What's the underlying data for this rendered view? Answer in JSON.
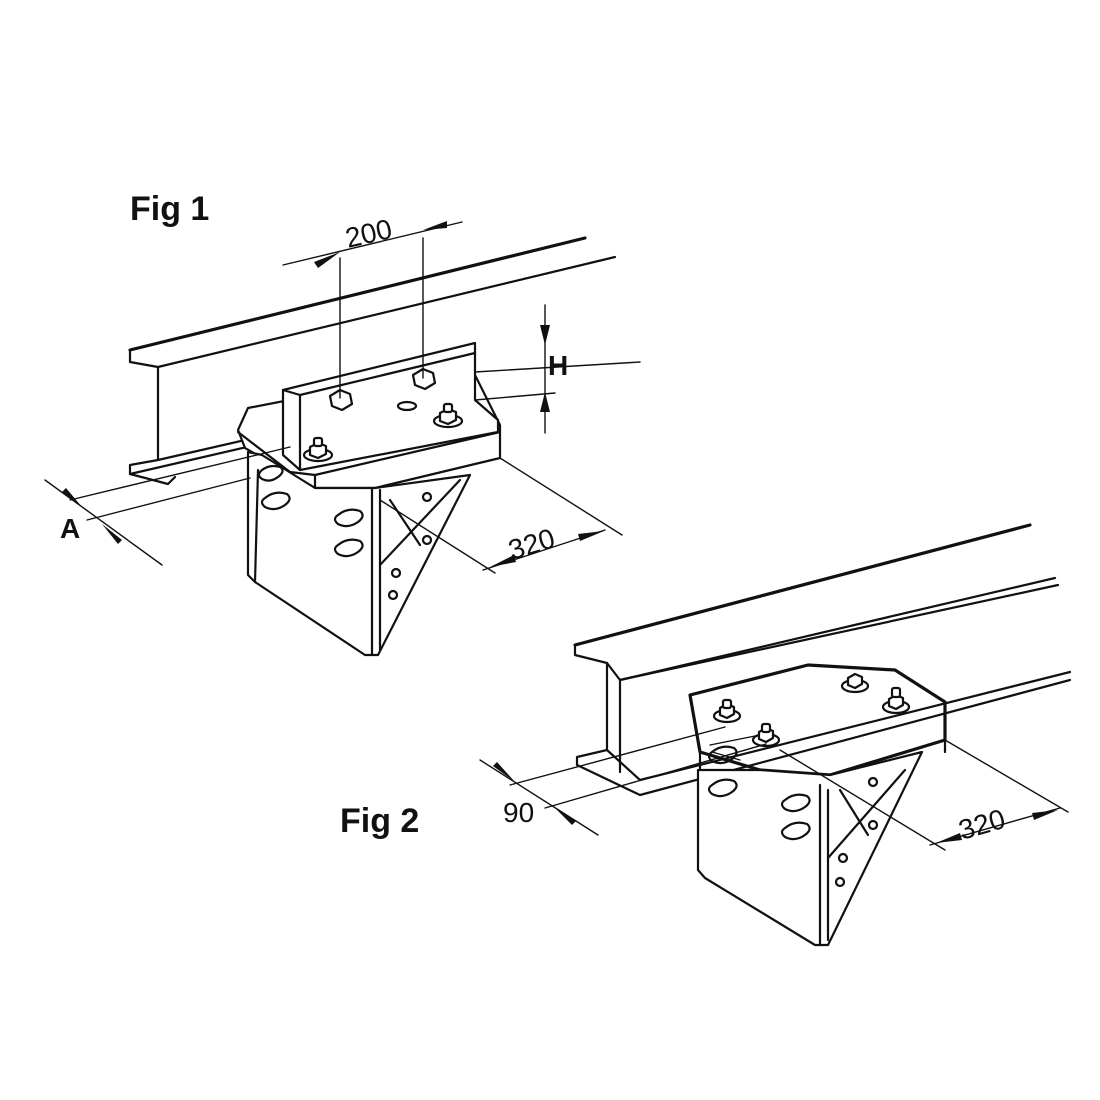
{
  "figures": {
    "fig1": {
      "label": "Fig 1",
      "dimensions": {
        "bolt_spacing": "200",
        "height": "H",
        "offset": "A",
        "depth": "320"
      }
    },
    "fig2": {
      "label": "Fig 2",
      "dimensions": {
        "offset": "90",
        "depth": "320"
      }
    }
  }
}
